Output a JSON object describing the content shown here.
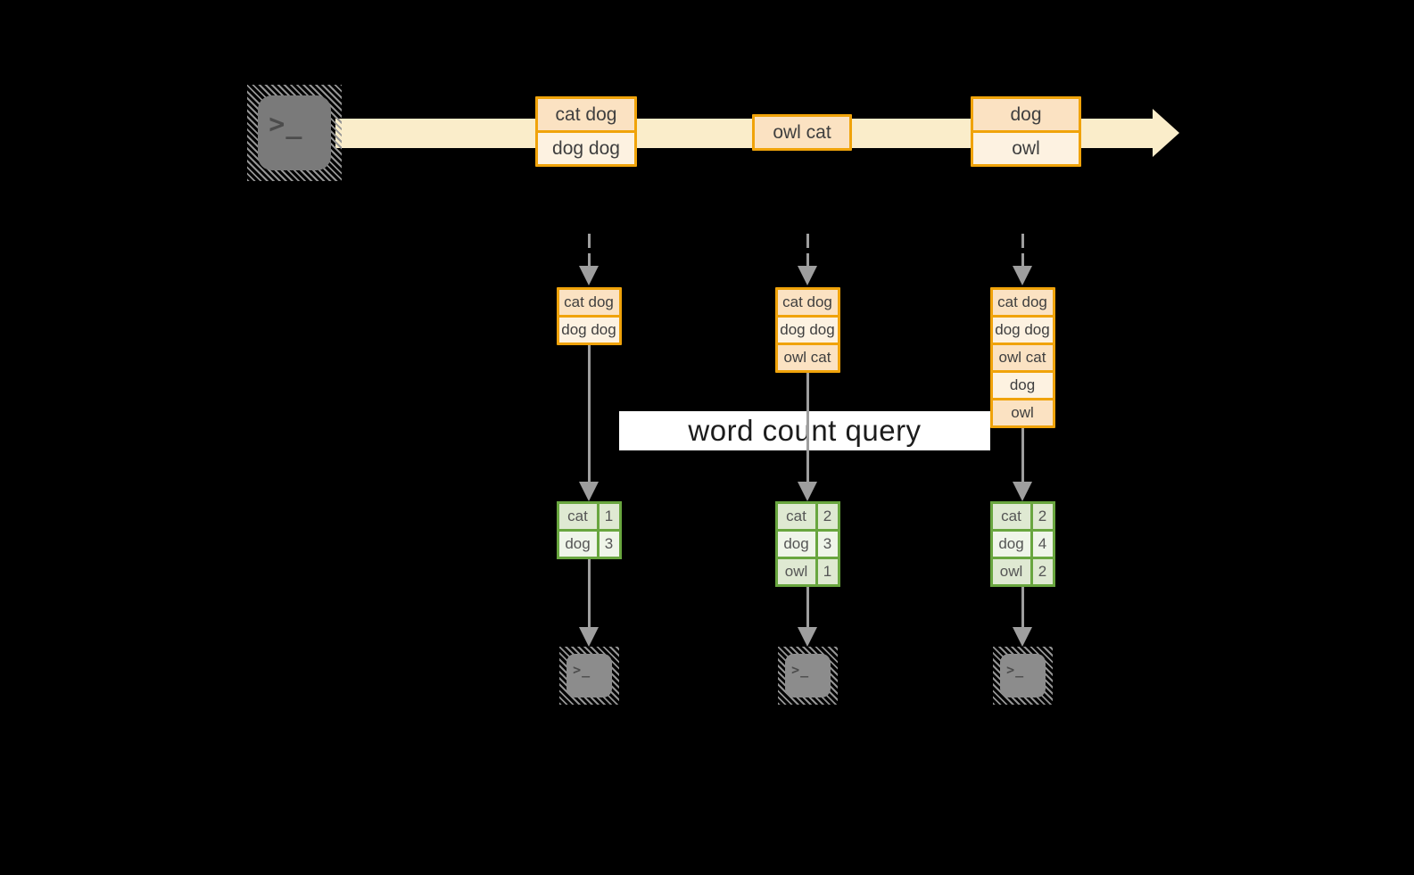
{
  "query_label": "word count query",
  "prompt_glyph": ">_",
  "stream_batches": [
    {
      "lines": [
        "cat dog",
        "dog dog"
      ]
    },
    {
      "lines": [
        "owl cat"
      ]
    },
    {
      "lines": [
        "dog",
        "owl"
      ]
    }
  ],
  "columns": [
    {
      "state": [
        "cat dog",
        "dog dog"
      ],
      "counts": [
        [
          "cat",
          "1"
        ],
        [
          "dog",
          "3"
        ]
      ]
    },
    {
      "state": [
        "cat dog",
        "dog dog",
        "owl cat"
      ],
      "counts": [
        [
          "cat",
          "2"
        ],
        [
          "dog",
          "3"
        ],
        [
          "owl",
          "1"
        ]
      ]
    },
    {
      "state": [
        "cat dog",
        "dog dog",
        "owl cat",
        "dog",
        "owl"
      ],
      "counts": [
        [
          "cat",
          "2"
        ],
        [
          "dog",
          "4"
        ],
        [
          "owl",
          "2"
        ]
      ]
    }
  ],
  "colors": {
    "accent_orange": "#F0A30A",
    "cell_peach_dark": "#FBE2C2",
    "cell_peach_light": "#FDF2E1",
    "stream_cream": "#FAEDCA",
    "accent_green": "#69A63F",
    "cell_green_tint": "#DFE9D2",
    "cell_green_light": "#EFF5E9",
    "connector_gray": "#9E9E9E"
  }
}
